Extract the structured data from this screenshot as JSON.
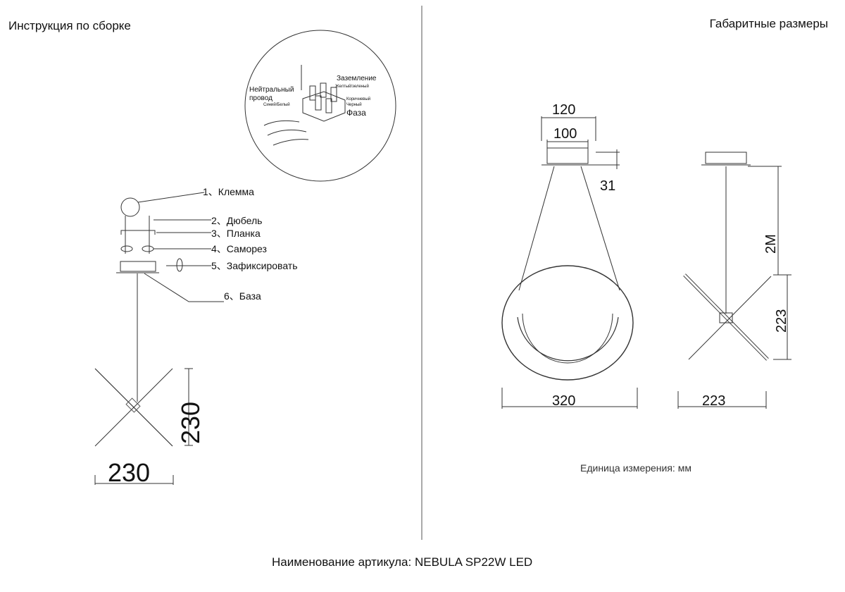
{
  "left_title": "Инструкция по сборке",
  "right_title": "Габаритные размеры",
  "wiring": {
    "neutral": "Нейтральный",
    "neutral2": "провод",
    "neutral_colors": "Синий/Белый",
    "ground": "Заземление",
    "ground_colors": "Желтый/зеленый",
    "phase_colors1": "Коричневый",
    "phase_colors2": "Черный",
    "phase": "Фаза"
  },
  "steps": [
    "1、Клемма",
    "2、Дюбель",
    "3、Планка",
    "4、Саморез",
    "5、Зафиксировать",
    "6、База"
  ],
  "dims": {
    "left_h": "230",
    "left_w": "230",
    "canopy_outer": "120",
    "canopy_inner": "100",
    "canopy_h": "31",
    "ring_w": "320",
    "cable": "2M",
    "side_h": "223",
    "side_w": "223"
  },
  "unit_note": "Единица измерения: мм",
  "article": "Наименование артикула: NEBULA SP22W LED"
}
